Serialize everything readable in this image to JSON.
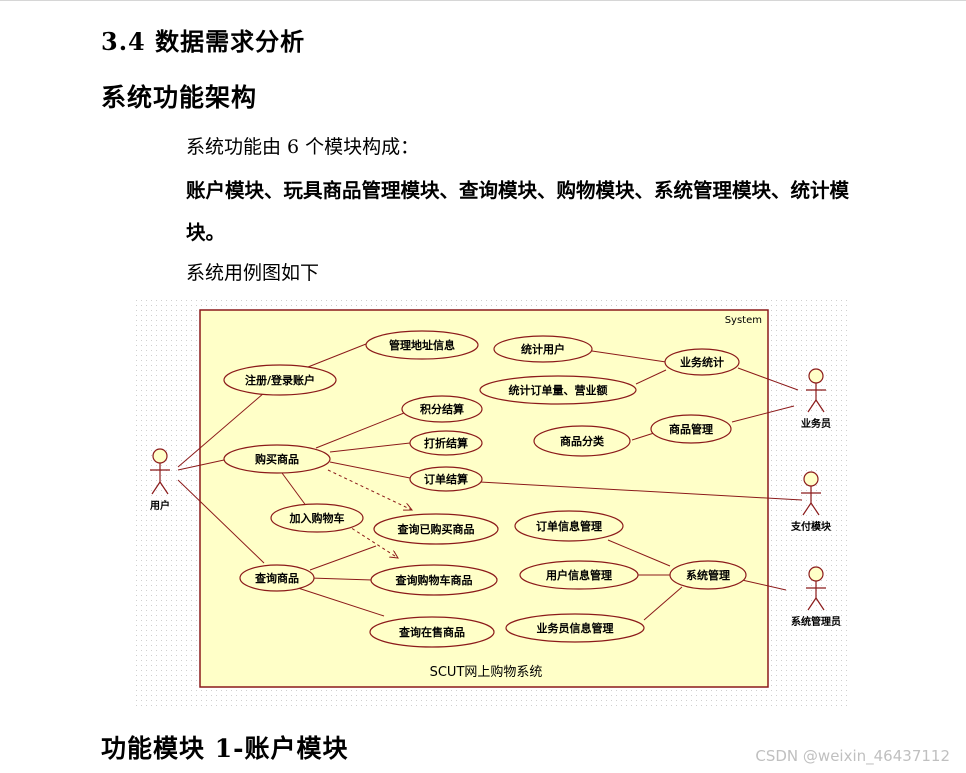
{
  "section_heading": "3.4  数据需求分析",
  "subheading": "系统功能架构",
  "paragraph_intro": "系统功能由 6 个模块构成：",
  "paragraph_modules_line1": "账户模块、玩具商品管理模块、查询模块、购物模块、系统管理模块、统计模",
  "paragraph_modules_line2": "块。",
  "paragraph_caption": "系统用例图如下",
  "diagram": {
    "system_label": "System",
    "system_name": "SCUT网上购物系统",
    "actors": {
      "user": "用户",
      "clerk": "业务员",
      "payment": "支付模块",
      "admin": "系统管理员"
    },
    "use_cases": {
      "manage_address": "管理地址信息",
      "register_login": "注册/登录账户",
      "points_checkout": "积分结算",
      "discount_checkout": "打折结算",
      "buy_goods": "购买商品",
      "order_checkout": "订单结算",
      "add_cart": "加入购物车",
      "query_bought": "查询已购买商品",
      "query_goods": "查询商品",
      "query_cart": "查询购物车商品",
      "query_onsale": "查询在售商品",
      "stat_users": "统计用户",
      "business_stats": "业务统计",
      "stat_orders": "统计订单量、营业额",
      "goods_category": "商品分类",
      "goods_manage": "商品管理",
      "order_info_manage": "订单信息管理",
      "user_info_manage": "用户信息管理",
      "system_manage": "系统管理",
      "clerk_info_manage": "业务员信息管理"
    }
  },
  "next_heading": "功能模块 1-账户模块",
  "watermark": "CSDN @weixin_46437112",
  "colors": {
    "system_fill": "#ffffc8",
    "border": "#8b1a1a",
    "line": "#8b1a1a"
  }
}
